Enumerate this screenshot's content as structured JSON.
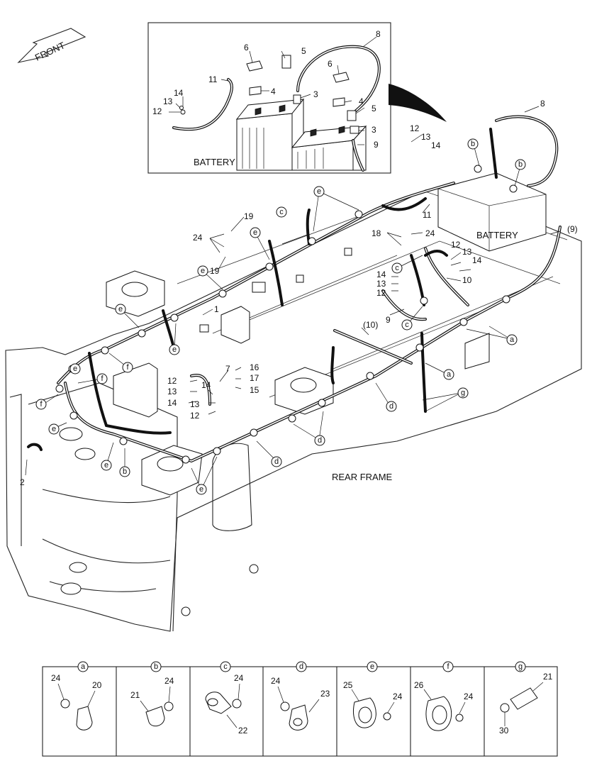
{
  "texts": {
    "front": "FRONT",
    "battery_inset": "BATTERY",
    "battery_main": "BATTERY",
    "rear_frame": "REAR FRAME"
  },
  "inset_labels": [
    {
      "id": "i-8",
      "text": "8"
    },
    {
      "id": "i-6a",
      "text": "6"
    },
    {
      "id": "i-5a",
      "text": "5"
    },
    {
      "id": "i-6b",
      "text": "6"
    },
    {
      "id": "i-11",
      "text": "11"
    },
    {
      "id": "i-4a",
      "text": "4"
    },
    {
      "id": "i-3a",
      "text": "3"
    },
    {
      "id": "i-4b",
      "text": "4"
    },
    {
      "id": "i-14",
      "text": "14"
    },
    {
      "id": "i-13",
      "text": "13"
    },
    {
      "id": "i-12",
      "text": "12"
    },
    {
      "id": "i-5b",
      "text": "5"
    },
    {
      "id": "i-3b",
      "text": "3"
    },
    {
      "id": "i-9",
      "text": "9"
    }
  ],
  "main_labels": [
    {
      "id": "m-8",
      "text": "8"
    },
    {
      "id": "m-12a",
      "text": "12"
    },
    {
      "id": "m-13a",
      "text": "13"
    },
    {
      "id": "m-14a",
      "text": "14"
    },
    {
      "id": "m-11",
      "text": "11"
    },
    {
      "id": "m-9p",
      "text": "(9)"
    },
    {
      "id": "m-19a",
      "text": "19"
    },
    {
      "id": "m-24a",
      "text": "24"
    },
    {
      "id": "m-19b",
      "text": "19"
    },
    {
      "id": "m-18",
      "text": "18"
    },
    {
      "id": "m-24b",
      "text": "24"
    },
    {
      "id": "m-12b",
      "text": "12"
    },
    {
      "id": "m-13b",
      "text": "13"
    },
    {
      "id": "m-14b",
      "text": "14"
    },
    {
      "id": "m-10",
      "text": "10"
    },
    {
      "id": "m-14c",
      "text": "14"
    },
    {
      "id": "m-13c",
      "text": "13"
    },
    {
      "id": "m-12c",
      "text": "12"
    },
    {
      "id": "m-9",
      "text": "9"
    },
    {
      "id": "m-10p",
      "text": "(10)"
    },
    {
      "id": "m-1",
      "text": "1"
    },
    {
      "id": "m-7",
      "text": "7"
    },
    {
      "id": "m-16",
      "text": "16"
    },
    {
      "id": "m-17",
      "text": "17"
    },
    {
      "id": "m-15",
      "text": "15"
    },
    {
      "id": "m-12d",
      "text": "12"
    },
    {
      "id": "m-13d",
      "text": "13"
    },
    {
      "id": "m-14d",
      "text": "14"
    },
    {
      "id": "m-14e",
      "text": "14"
    },
    {
      "id": "m-13e",
      "text": "13"
    },
    {
      "id": "m-12e",
      "text": "12"
    },
    {
      "id": "m-2",
      "text": "2"
    }
  ],
  "callouts": [
    {
      "id": "c-b1",
      "text": "b"
    },
    {
      "id": "c-b2",
      "text": "b"
    },
    {
      "id": "c-e1",
      "text": "e"
    },
    {
      "id": "c-c1",
      "text": "c"
    },
    {
      "id": "c-e2",
      "text": "e"
    },
    {
      "id": "c-e3",
      "text": "e"
    },
    {
      "id": "c-e4",
      "text": "e"
    },
    {
      "id": "c-e5",
      "text": "e"
    },
    {
      "id": "c-c2",
      "text": "c"
    },
    {
      "id": "c-c3",
      "text": "c"
    },
    {
      "id": "c-a1",
      "text": "a"
    },
    {
      "id": "c-a2",
      "text": "a"
    },
    {
      "id": "c-g1",
      "text": "g"
    },
    {
      "id": "c-e6",
      "text": "e"
    },
    {
      "id": "c-f1",
      "text": "f"
    },
    {
      "id": "c-f2",
      "text": "f"
    },
    {
      "id": "c-f3",
      "text": "f"
    },
    {
      "id": "c-d1",
      "text": "d"
    },
    {
      "id": "c-d2",
      "text": "d"
    },
    {
      "id": "c-d3",
      "text": "d"
    },
    {
      "id": "c-e7",
      "text": "e"
    },
    {
      "id": "c-e8",
      "text": "e"
    },
    {
      "id": "c-b3",
      "text": "b"
    },
    {
      "id": "c-e9",
      "text": "e"
    }
  ],
  "legend": [
    {
      "letter": "a",
      "labels": [
        "24",
        "20"
      ]
    },
    {
      "letter": "b",
      "labels": [
        "21",
        "24"
      ]
    },
    {
      "letter": "c",
      "labels": [
        "24",
        "22"
      ]
    },
    {
      "letter": "d",
      "labels": [
        "24",
        "23"
      ]
    },
    {
      "letter": "e",
      "labels": [
        "25",
        "24"
      ]
    },
    {
      "letter": "f",
      "labels": [
        "26",
        "24"
      ]
    },
    {
      "letter": "g",
      "labels": [
        "21",
        "30"
      ]
    }
  ]
}
